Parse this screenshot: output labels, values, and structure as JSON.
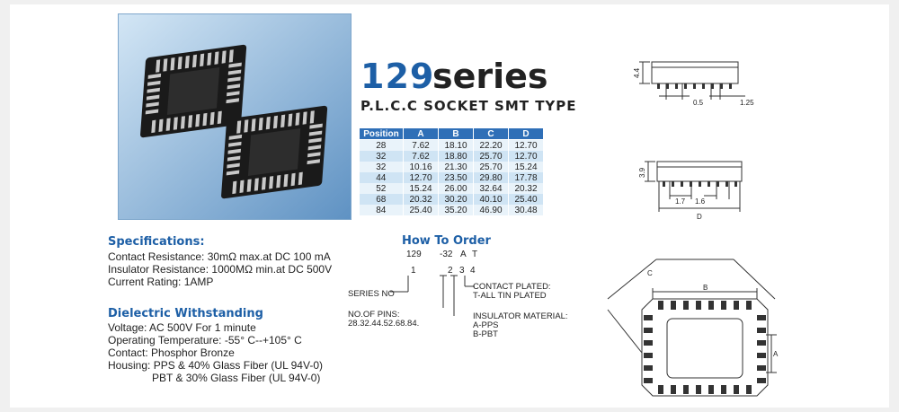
{
  "product": {
    "series_number": "129",
    "series_word": "series",
    "subtitle": "P.L.C.C SOCKET SMT TYPE"
  },
  "dimension_table": {
    "headers": [
      "Position",
      "A",
      "B",
      "C",
      "D"
    ],
    "rows": [
      [
        "28",
        "7.62",
        "18.10",
        "22.20",
        "12.70"
      ],
      [
        "32",
        "7.62",
        "18.80",
        "25.70",
        "12.70"
      ],
      [
        "32",
        "10.16",
        "21.30",
        "25.70",
        "15.24"
      ],
      [
        "44",
        "12.70",
        "23.50",
        "29.80",
        "17.78"
      ],
      [
        "52",
        "15.24",
        "26.00",
        "32.64",
        "20.32"
      ],
      [
        "68",
        "20.32",
        "30.20",
        "40.10",
        "25.40"
      ],
      [
        "84",
        "25.40",
        "35.20",
        "46.90",
        "30.48"
      ]
    ]
  },
  "specifications": {
    "heading": "Specifications:",
    "lines": [
      "Contact Resistance: 30mΩ max.at DC 100 mA",
      "Insulator Resistance: 1000MΩ min.at  DC 500V",
      "Current Rating: 1AMP"
    ]
  },
  "dielectric": {
    "heading": "Dielectric Withstanding",
    "lines": [
      "Voltage: AC 500V For 1 minute",
      "Operating Temperature: -55° C--+105° C",
      "Contact: Phosphor Bronze",
      "Housing: PPS & 40% Glass Fiber (UL 94V-0)",
      "PBT & 30% Glass Fiber (UL 94V-0)"
    ]
  },
  "how_to_order": {
    "heading": "How To Order",
    "code_parts": [
      "129",
      "-32",
      "A",
      "T"
    ],
    "code_indices": [
      "1",
      "2",
      "3",
      "4"
    ],
    "series_no": "SERIES NO",
    "pins_label": "NO.OF PINS:",
    "pins_values": "28.32.44.52.68.84.",
    "contact_label": "CONTACT PLATED:",
    "contact_value": "T-ALL TIN PLATED",
    "insulator_label": "INSULATOR MATERIAL:",
    "insulator_values": [
      "A-PPS",
      "B-PBT"
    ]
  },
  "drawings": {
    "top_height": "4.4",
    "pitch": "0.5",
    "lead": "1.25",
    "mid_height": "3.9",
    "spacing_a": "1.7",
    "spacing_b": "1.6",
    "label_d": "D",
    "label_c": "C",
    "label_b": "B",
    "label_a": "A"
  }
}
